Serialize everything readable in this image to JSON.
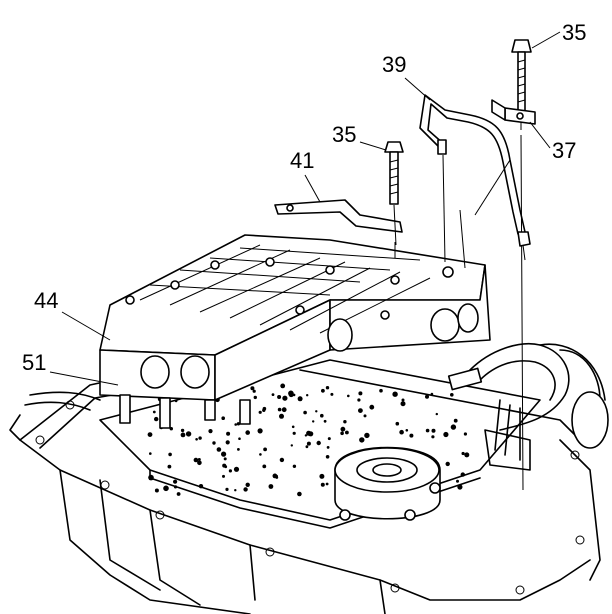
{
  "callouts": [
    {
      "id": "c35a",
      "text": "35"
    },
    {
      "id": "c39",
      "text": "39"
    },
    {
      "id": "c37",
      "text": "37"
    },
    {
      "id": "c35b",
      "text": "35"
    },
    {
      "id": "c41",
      "text": "41"
    },
    {
      "id": "c44",
      "text": "44"
    },
    {
      "id": "c51",
      "text": "51"
    }
  ]
}
